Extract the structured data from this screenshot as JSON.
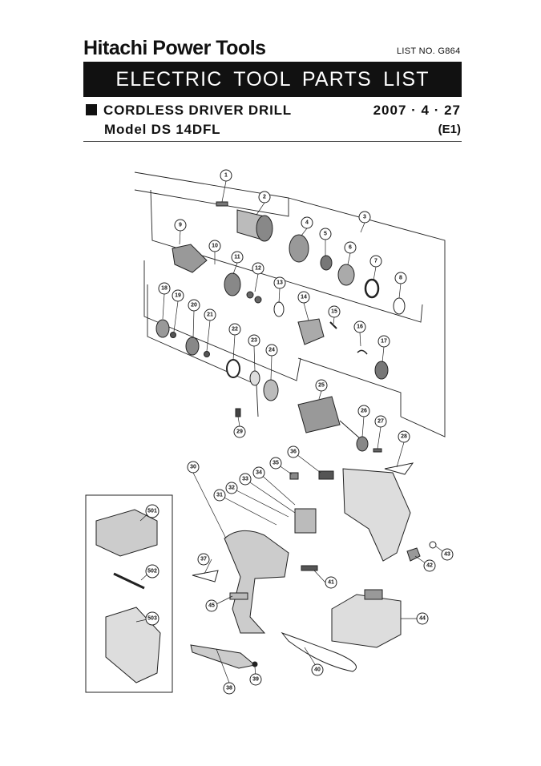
{
  "header": {
    "brand": "Hitachi Power Tools",
    "list_no": "LIST NO. G864",
    "banner": "ELECTRIC TOOL PARTS LIST",
    "product": "CORDLESS DRIVER DRILL",
    "date": "2007 · 4 · 27",
    "model": "Model DS 14DFL",
    "edition": "(E1)"
  },
  "callouts": {
    "c1": "1",
    "c2": "2",
    "c3": "3",
    "c4": "4",
    "c5": "5",
    "c6": "6",
    "c7": "7",
    "c8": "8",
    "c9": "9",
    "c10": "10",
    "c11": "11",
    "c12": "12",
    "c13": "13",
    "c14": "14",
    "c15": "15",
    "c16": "16",
    "c17": "17",
    "c18": "18",
    "c19": "19",
    "c20": "20",
    "c21": "21",
    "c22": "22",
    "c23": "23",
    "c24": "24",
    "c25": "25",
    "c26": "26",
    "c27": "27",
    "c28": "28",
    "c29": "29",
    "c30": "30",
    "c31": "31",
    "c32": "32",
    "c33": "33",
    "c34": "34",
    "c35": "35",
    "c36": "36",
    "c37": "37",
    "c38": "38",
    "c39": "39",
    "c40": "40",
    "c41": "41",
    "c42": "42",
    "c43": "43",
    "c44": "44",
    "c45": "45",
    "c501": "501",
    "c502": "502",
    "c503": "503"
  }
}
